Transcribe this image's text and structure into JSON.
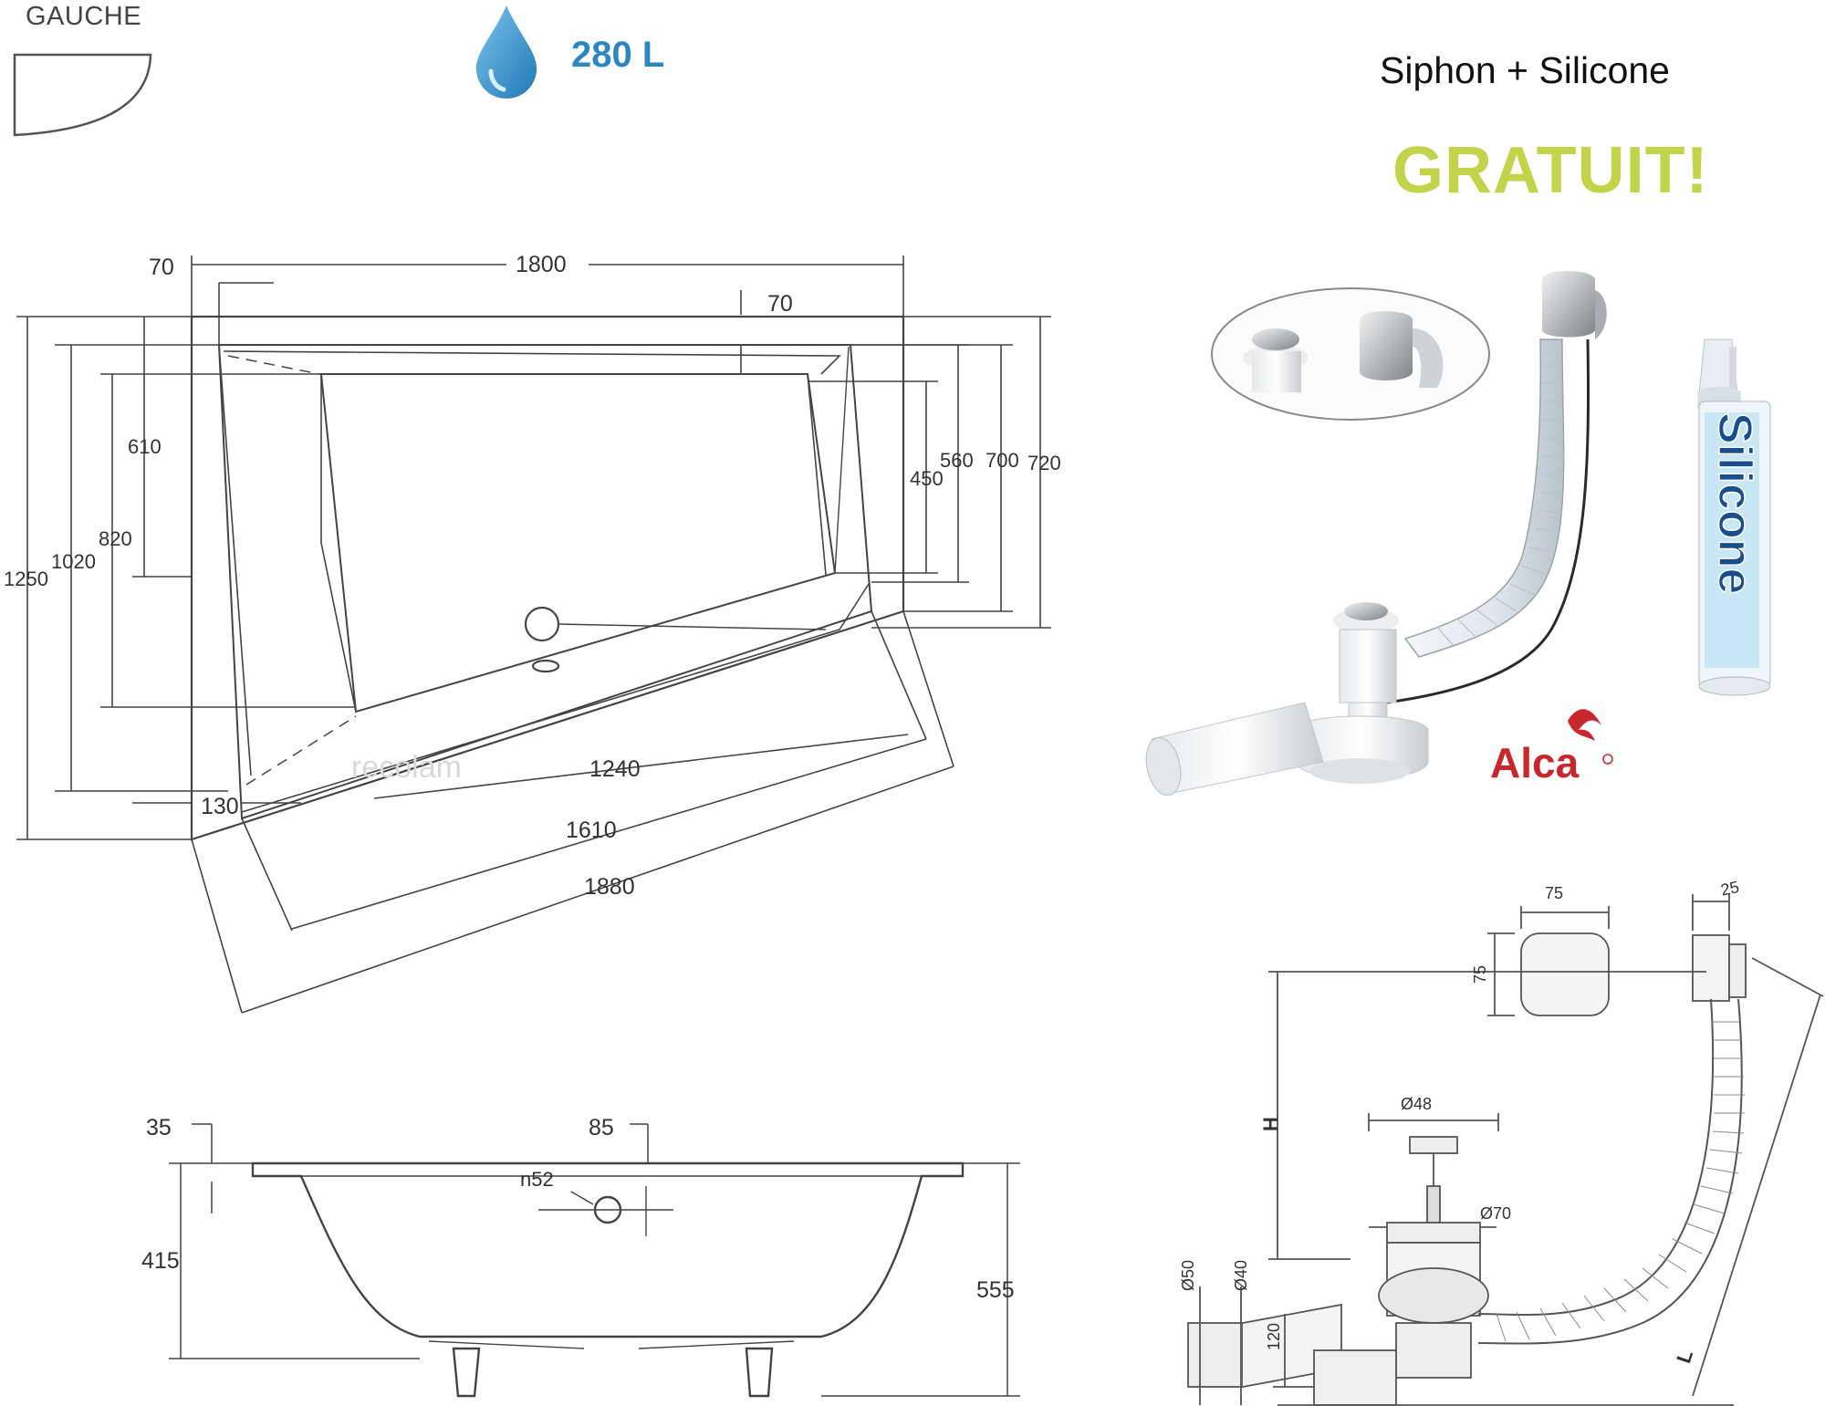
{
  "header": {
    "orientation": "GAUCHE",
    "volume": "280 L",
    "promo_line": "Siphon + Silicone",
    "promo_free": "GRATUIT!"
  },
  "top_view": {
    "d_70a": "70",
    "d_1800": "1800",
    "d_70b": "70",
    "d_610": "610",
    "d_820": "820",
    "d_1020": "1020",
    "d_1250": "1250",
    "d_560": "560",
    "d_450": "450",
    "d_700": "700",
    "d_720": "720",
    "d_130": "130",
    "d_1240": "1240",
    "d_1610": "1610",
    "d_1880": "1880",
    "watermark": "recolam"
  },
  "side_view": {
    "d_35": "35",
    "d_85": "85",
    "d_n52": "n52",
    "d_415": "415",
    "d_555": "555"
  },
  "siphon": {
    "brand": "Alca",
    "silicone_label": "Silicone"
  },
  "siphon_drawing": {
    "d_75a": "75",
    "d_75b": "75",
    "d_25": "25",
    "d_h": "H",
    "d_48": "Ø48",
    "d_70": "Ø70",
    "d_50": "Ø50",
    "d_40": "Ø40",
    "d_120": "120",
    "d_l": "L"
  },
  "colors": {
    "volume_blue": "#2b86c2",
    "promo_green": "#c2d44a",
    "alca_red": "#c8282c"
  }
}
